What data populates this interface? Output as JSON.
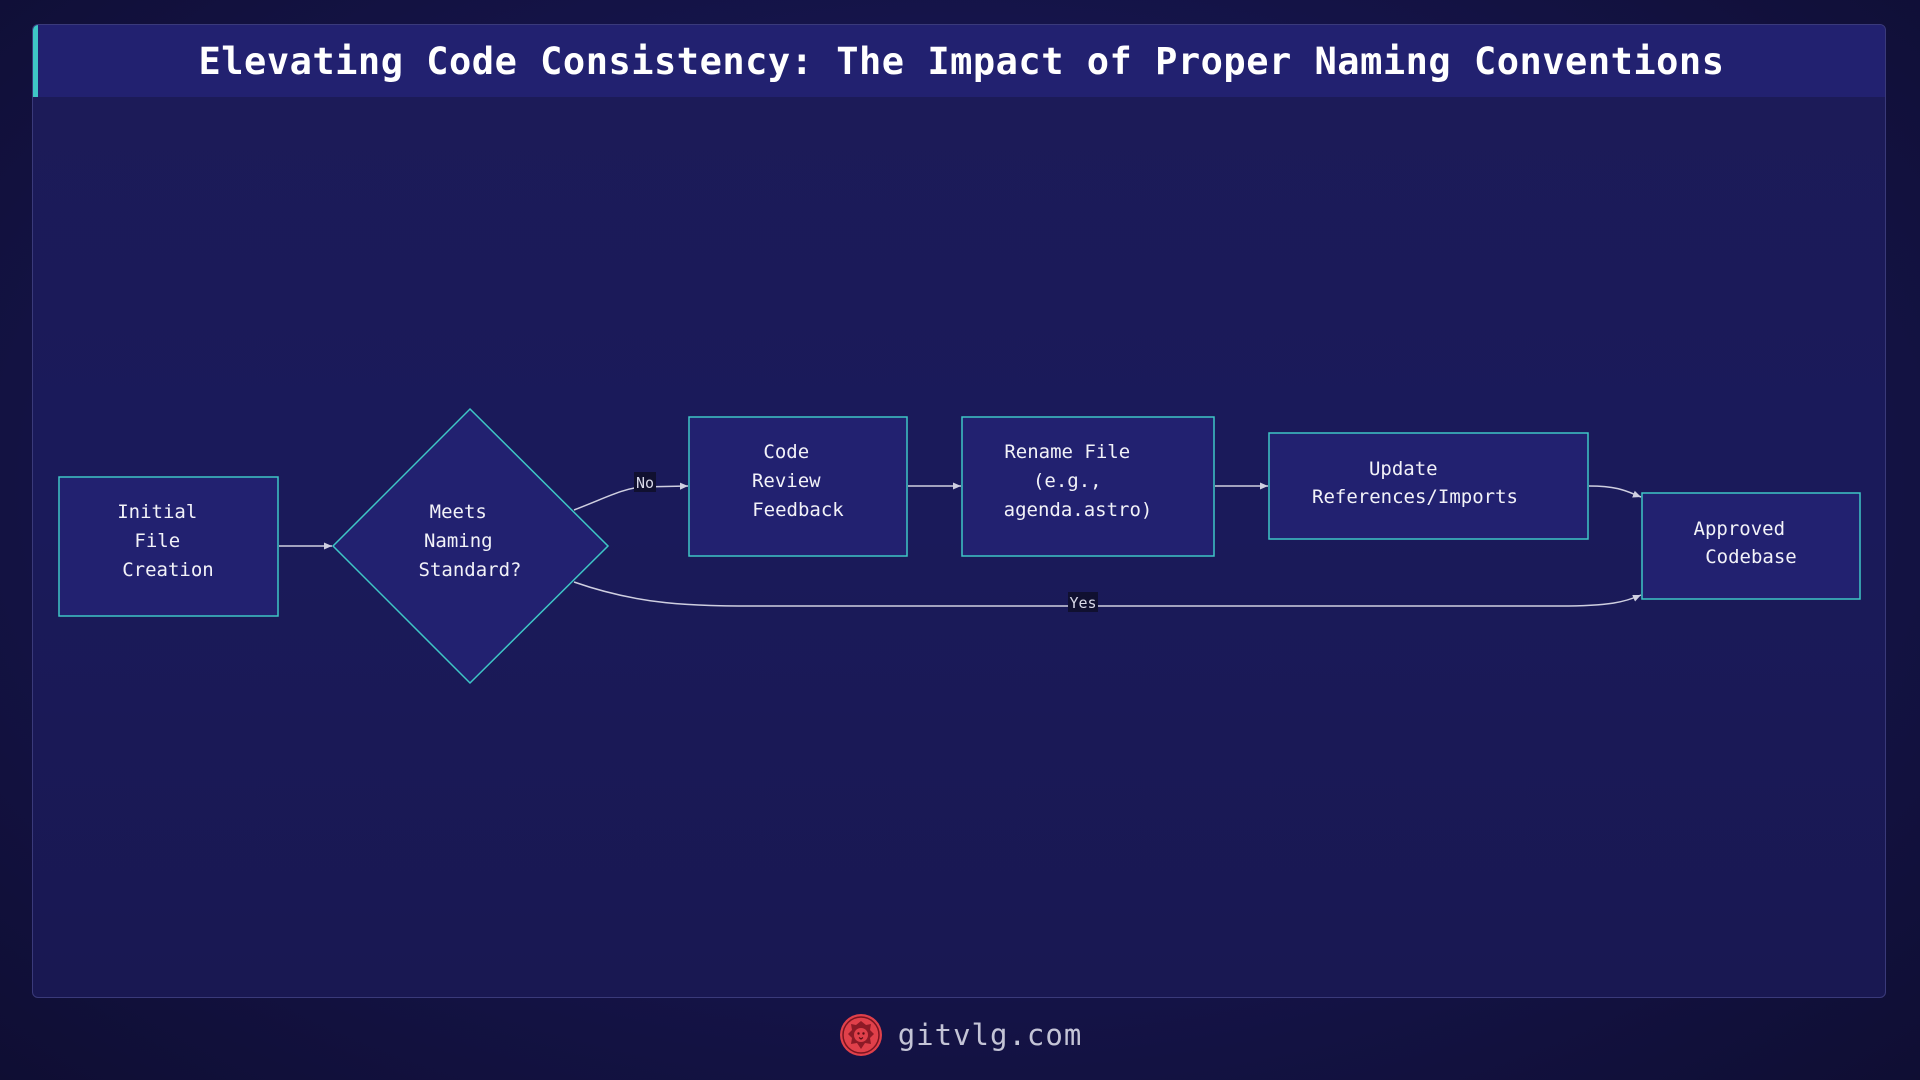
{
  "header": {
    "title": "Elevating Code Consistency: The Impact of Proper Naming Conventions"
  },
  "nodes": {
    "initial": {
      "lines": [
        "Initial",
        "File",
        "Creation"
      ]
    },
    "decision": {
      "lines": [
        "Meets",
        "Naming",
        "Standard?"
      ]
    },
    "review": {
      "lines": [
        "Code",
        "Review",
        "Feedback"
      ]
    },
    "rename": {
      "lines": [
        "Rename File",
        "(e.g.,",
        "agenda.astro)"
      ]
    },
    "update": {
      "lines": [
        "Update",
        "References/Imports"
      ]
    },
    "approved": {
      "lines": [
        "Approved",
        "Codebase"
      ]
    }
  },
  "edges": {
    "no_label": "No",
    "yes_label": "Yes"
  },
  "footer": {
    "site": "gitvlg.com",
    "logo_icon": "lion-logo-icon"
  },
  "colors": {
    "node_fill": "#222170",
    "node_stroke": "#3ec6c6",
    "accent": "#3ec6c6",
    "edge": "#cfcfe0",
    "logo": "#e0404a"
  }
}
